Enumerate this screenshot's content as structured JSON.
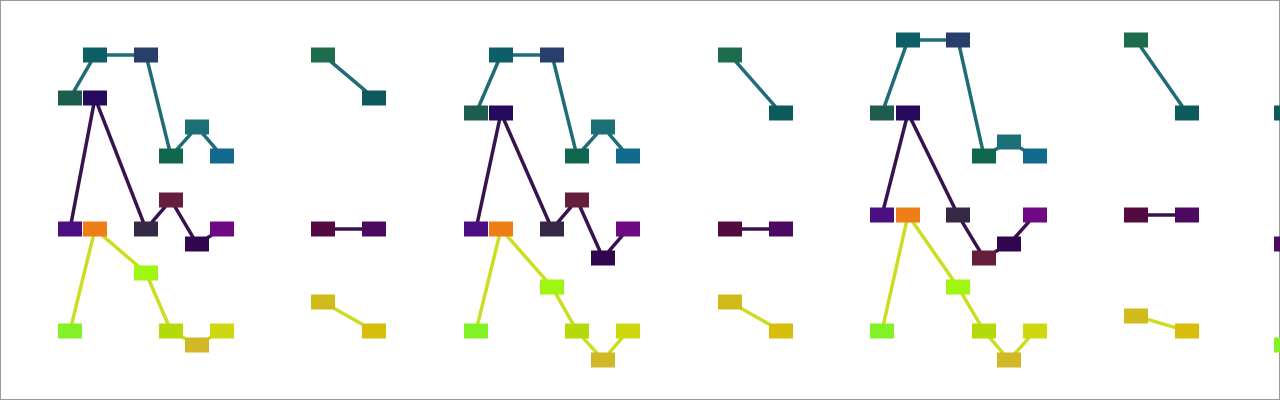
{
  "diagram": {
    "type": "node-link-graph",
    "panel_count": 7,
    "panels": [
      {
        "name": "panel-1",
        "nodes": [
          {
            "id": "t1",
            "color": "#1E5C4E"
          },
          {
            "id": "t2",
            "color": "#0D5E67"
          },
          {
            "id": "t3",
            "color": "#283F6B"
          },
          {
            "id": "t4",
            "color": "#10674E"
          },
          {
            "id": "t5",
            "color": "#1A7075"
          },
          {
            "id": "t6",
            "color": "#116A8B"
          },
          {
            "id": "p0",
            "color": "#250A5E"
          },
          {
            "id": "p1",
            "color": "#4B0F82"
          },
          {
            "id": "o1",
            "color": "#EE7E16"
          },
          {
            "id": "p2",
            "color": "#352946"
          },
          {
            "id": "p3",
            "color": "#651E3C"
          },
          {
            "id": "p4",
            "color": "#30074F"
          },
          {
            "id": "p5",
            "color": "#6E0883"
          },
          {
            "id": "g1",
            "color": "#80F226"
          },
          {
            "id": "g2",
            "color": "#A0F610"
          },
          {
            "id": "g3",
            "color": "#B4DA0A"
          },
          {
            "id": "g4",
            "color": "#D0B826"
          },
          {
            "id": "g5",
            "color": "#CDD80F"
          }
        ],
        "edges": [
          [
            "t1",
            "t2",
            "#1F6B77"
          ],
          [
            "t2",
            "t3",
            "#1F6B77"
          ],
          [
            "t3",
            "t4",
            "#1F6B77"
          ],
          [
            "t4",
            "t5",
            "#1F6B77"
          ],
          [
            "t5",
            "t6",
            "#1F6B77"
          ],
          [
            "p1",
            "p0",
            "#36124F"
          ],
          [
            "p0",
            "p2",
            "#36124F"
          ],
          [
            "p2",
            "p3",
            "#36124F"
          ],
          [
            "p3",
            "p4",
            "#36124F"
          ],
          [
            "p4",
            "p5",
            "#36124F"
          ],
          [
            "g1",
            "o1",
            "#CCDD22"
          ],
          [
            "o1",
            "g2",
            "#CCDD22"
          ],
          [
            "g2",
            "g3",
            "#CCDD22"
          ],
          [
            "g3",
            "g4",
            "#CCDD22"
          ],
          [
            "g4",
            "g5",
            "#CCDD22"
          ]
        ]
      },
      {
        "name": "panel-2",
        "nodes": [
          {
            "id": "a",
            "color": "#1E6B4E"
          },
          {
            "id": "b",
            "color": "#0D5A5E"
          },
          {
            "id": "c",
            "color": "#520A40"
          },
          {
            "id": "d",
            "color": "#4B0A60"
          },
          {
            "id": "e",
            "color": "#D0BB1A"
          },
          {
            "id": "f",
            "color": "#D6BE0A"
          }
        ],
        "edges": [
          [
            "a",
            "b",
            "#1F6B77"
          ],
          [
            "c",
            "d",
            "#36124F"
          ],
          [
            "e",
            "f",
            "#CCDD22"
          ]
        ]
      },
      {
        "name": "panel-3",
        "nodes": [
          {
            "id": "t1",
            "color": "#1E5C4E"
          },
          {
            "id": "t2",
            "color": "#0D5E67"
          },
          {
            "id": "t3",
            "color": "#283F6B"
          },
          {
            "id": "t4",
            "color": "#10674E"
          },
          {
            "id": "t5",
            "color": "#1A7075"
          },
          {
            "id": "t6",
            "color": "#116A8B"
          },
          {
            "id": "p0",
            "color": "#250A5E"
          },
          {
            "id": "p1",
            "color": "#4B0F82"
          },
          {
            "id": "o1",
            "color": "#EE7E16"
          },
          {
            "id": "p2",
            "color": "#352946"
          },
          {
            "id": "p3",
            "color": "#651E3C"
          },
          {
            "id": "p4",
            "color": "#30074F"
          },
          {
            "id": "p5",
            "color": "#6E0883"
          },
          {
            "id": "g1",
            "color": "#80F226"
          },
          {
            "id": "g2",
            "color": "#A0F610"
          },
          {
            "id": "g3",
            "color": "#B4DA0A"
          },
          {
            "id": "g4",
            "color": "#D0B826"
          },
          {
            "id": "g5",
            "color": "#CDD80F"
          }
        ],
        "edges": [
          [
            "t1",
            "t2",
            "#1F6B77"
          ],
          [
            "t2",
            "t3",
            "#1F6B77"
          ],
          [
            "t3",
            "t4",
            "#1F6B77"
          ],
          [
            "t4",
            "t5",
            "#1F6B77"
          ],
          [
            "t5",
            "t6",
            "#1F6B77"
          ],
          [
            "p1",
            "p0",
            "#36124F"
          ],
          [
            "p0",
            "p2",
            "#36124F"
          ],
          [
            "p2",
            "p3",
            "#36124F"
          ],
          [
            "p3",
            "p4",
            "#36124F"
          ],
          [
            "p4",
            "p5",
            "#36124F"
          ],
          [
            "g1",
            "o1",
            "#CCDD22"
          ],
          [
            "o1",
            "g2",
            "#CCDD22"
          ],
          [
            "g2",
            "g3",
            "#CCDD22"
          ],
          [
            "g3",
            "g4",
            "#CCDD22"
          ],
          [
            "g4",
            "g5",
            "#CCDD22"
          ]
        ]
      },
      {
        "name": "panel-4",
        "nodes": [
          {
            "id": "a",
            "color": "#1E6B4E"
          },
          {
            "id": "b",
            "color": "#0D5A5E"
          },
          {
            "id": "c",
            "color": "#520A40"
          },
          {
            "id": "d",
            "color": "#4B0A60"
          },
          {
            "id": "e",
            "color": "#D0BB1A"
          },
          {
            "id": "f",
            "color": "#D6BE0A"
          }
        ],
        "edges": [
          [
            "a",
            "b",
            "#1F6B77"
          ],
          [
            "c",
            "d",
            "#36124F"
          ],
          [
            "e",
            "f",
            "#CCDD22"
          ]
        ]
      },
      {
        "name": "panel-5",
        "nodes": [
          {
            "id": "t1",
            "color": "#1E5C4E"
          },
          {
            "id": "t2",
            "color": "#0D5E67"
          },
          {
            "id": "t3",
            "color": "#283F6B"
          },
          {
            "id": "t4",
            "color": "#10674E"
          },
          {
            "id": "t5",
            "color": "#1A7075"
          },
          {
            "id": "t6",
            "color": "#116A8B"
          },
          {
            "id": "p0",
            "color": "#250A5E"
          },
          {
            "id": "p1",
            "color": "#4B0F82"
          },
          {
            "id": "o1",
            "color": "#EE7E16"
          },
          {
            "id": "p2",
            "color": "#352946"
          },
          {
            "id": "p3",
            "color": "#651E3C"
          },
          {
            "id": "p4",
            "color": "#30074F"
          },
          {
            "id": "p5",
            "color": "#6E0883"
          },
          {
            "id": "g1",
            "color": "#80F226"
          },
          {
            "id": "g2",
            "color": "#A0F610"
          },
          {
            "id": "g3",
            "color": "#B4DA0A"
          },
          {
            "id": "g4",
            "color": "#D0B826"
          },
          {
            "id": "g5",
            "color": "#CDD80F"
          }
        ],
        "edges": [
          [
            "t1",
            "t2",
            "#1F6B77"
          ],
          [
            "t2",
            "t3",
            "#1F6B77"
          ],
          [
            "t3",
            "t4",
            "#1F6B77"
          ],
          [
            "t4",
            "t5",
            "#1F6B77"
          ],
          [
            "t5",
            "t6",
            "#1F6B77"
          ],
          [
            "p1",
            "p0",
            "#36124F"
          ],
          [
            "p0",
            "p2",
            "#36124F"
          ],
          [
            "p2",
            "p3",
            "#36124F"
          ],
          [
            "p3",
            "p4",
            "#36124F"
          ],
          [
            "p4",
            "p5",
            "#36124F"
          ],
          [
            "g1",
            "o1",
            "#CCDD22"
          ],
          [
            "o1",
            "g2",
            "#CCDD22"
          ],
          [
            "g2",
            "g3",
            "#CCDD22"
          ],
          [
            "g3",
            "g4",
            "#CCDD22"
          ],
          [
            "g4",
            "g5",
            "#CCDD22"
          ]
        ]
      },
      {
        "name": "panel-6",
        "nodes": [
          {
            "id": "a",
            "color": "#1E6B4E"
          },
          {
            "id": "b",
            "color": "#0D5A5E"
          },
          {
            "id": "c",
            "color": "#520A40"
          },
          {
            "id": "d",
            "color": "#4B0A60"
          },
          {
            "id": "e",
            "color": "#D0BB1A"
          },
          {
            "id": "f",
            "color": "#D6BE0A"
          }
        ],
        "edges": [
          [
            "a",
            "b",
            "#1F6B77"
          ],
          [
            "c",
            "d",
            "#36124F"
          ],
          [
            "e",
            "f",
            "#CCDD22"
          ]
        ]
      },
      {
        "name": "panel-7",
        "nodes": [
          {
            "id": "a",
            "color": "#0D5A5E"
          },
          {
            "id": "b",
            "color": "#4B0A60"
          },
          {
            "id": "c",
            "color": "#80F226"
          }
        ],
        "edges": []
      }
    ]
  }
}
